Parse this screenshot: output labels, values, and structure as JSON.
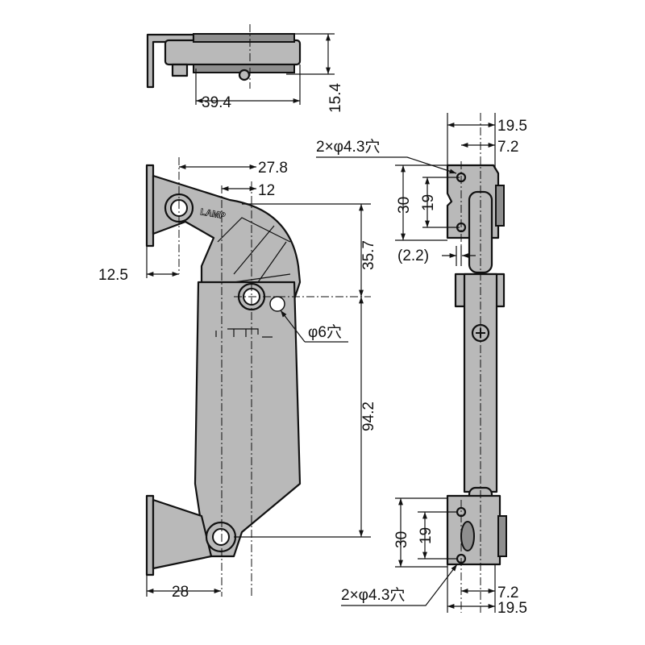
{
  "drawing": {
    "logo_text": "LAMP",
    "top_view": {
      "width_label": "39.4",
      "height_label": "15.4"
    },
    "front_view": {
      "dim_27_8": "27.8",
      "dim_12": "12",
      "dim_12_5": "12.5",
      "dim_35_7": "35.7",
      "hole_label": "φ6穴",
      "dim_94_2": "94.2",
      "dim_28": "28"
    },
    "side_view": {
      "top": {
        "dim_19_5": "19.5",
        "dim_7_2": "7.2",
        "hole_label": "2×φ4.3穴",
        "dim_30": "30",
        "dim_19": "19",
        "dim_2_2": "(2.2)"
      },
      "bottom": {
        "dim_30": "30",
        "dim_19": "19",
        "hole_label": "2×φ4.3穴",
        "dim_7_2": "7.2",
        "dim_19_5": "19.5"
      }
    }
  },
  "colors": {
    "part": "#b9b9b9",
    "line": "#111111"
  }
}
